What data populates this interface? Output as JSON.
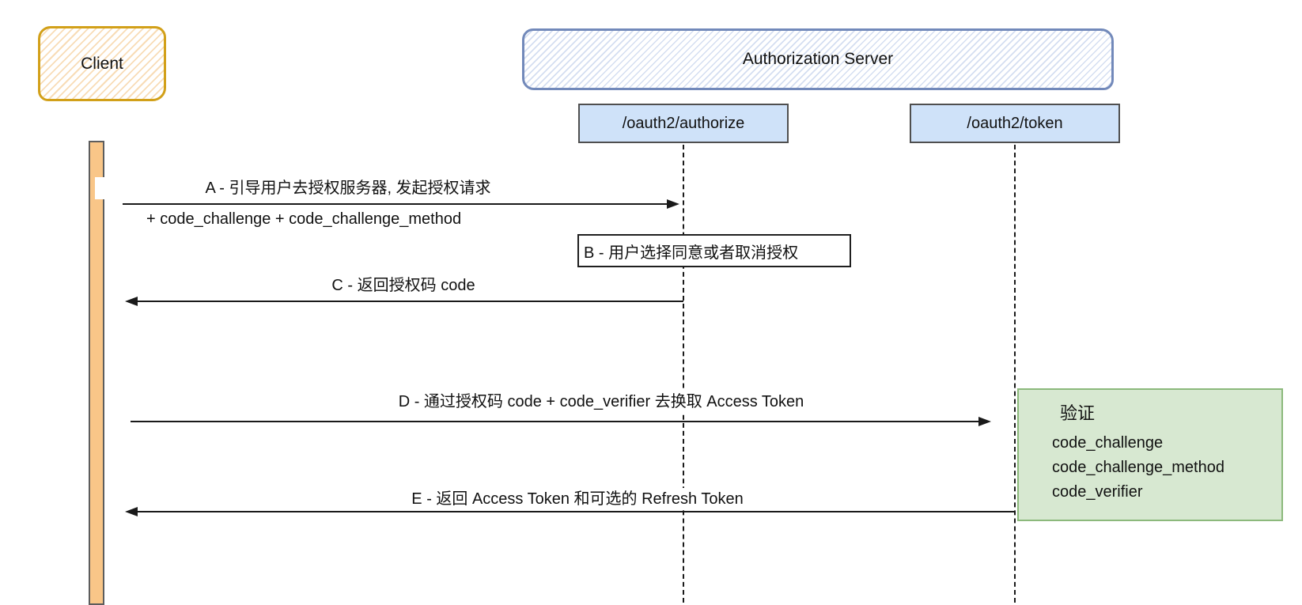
{
  "diagram": {
    "title_hint": "OAuth2 PKCE authorization code flow sequence diagram",
    "actors": {
      "client": {
        "label": "Client"
      },
      "auth_server": {
        "label": "Authorization Server"
      },
      "authorize_endpoint": {
        "label": "/oauth2/authorize"
      },
      "token_endpoint": {
        "label": "/oauth2/token"
      }
    },
    "messages": {
      "a": {
        "label": "A - 引导用户去授权服务器, 发起授权请求",
        "sublabel": "+ code_challenge + code_challenge_method",
        "direction": "right"
      },
      "b": {
        "label": "B - 用户选择同意或者取消授权"
      },
      "c": {
        "label": "C - 返回授权码 code",
        "direction": "left"
      },
      "d": {
        "label": "D - 通过授权码 code + code_verifier 去换取 Access Token",
        "direction": "right"
      },
      "e": {
        "label": "E - 返回 Access Token 和可选的 Refresh Token",
        "direction": "left"
      }
    },
    "note": {
      "title": "验证",
      "items": [
        "code_challenge",
        "code_challenge_method",
        "code_verifier"
      ]
    },
    "colors": {
      "client_border": "#d2a019",
      "client_hatch": "#f8dcb6",
      "server_border": "#7289ba",
      "server_hatch": "#d4def1",
      "endpoint_fill": "#cfe2f9",
      "endpoint_border": "#4f4f4f",
      "activation_fill": "#f9c688",
      "note_fill": "#d7e8d1",
      "note_border": "#8cb97c",
      "line": "#1a1a1a"
    }
  }
}
